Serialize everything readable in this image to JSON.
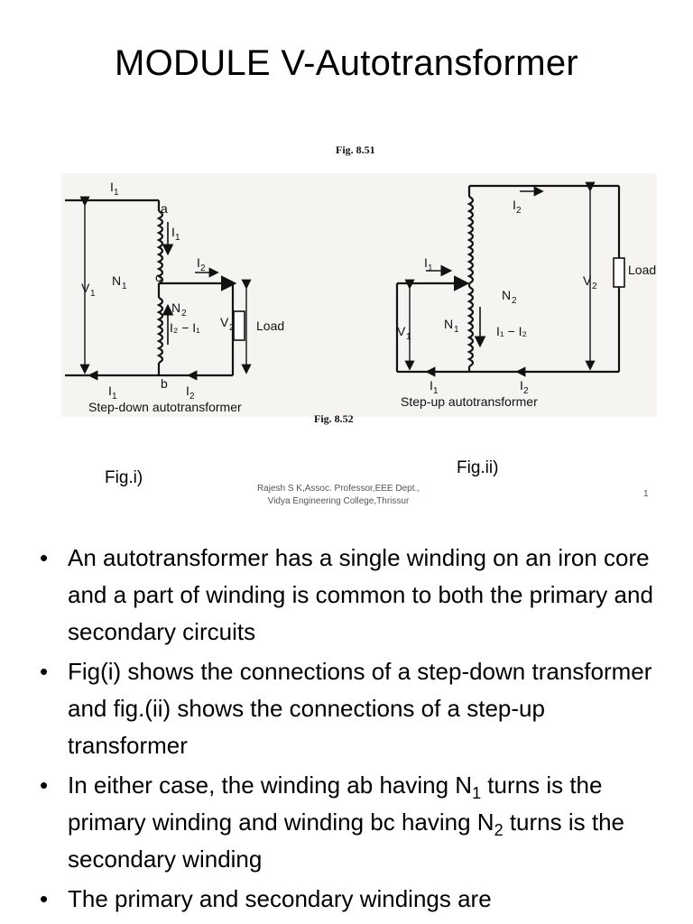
{
  "slide": {
    "title": "MODULE V-Autotransformer",
    "footer_line1": "Rajesh S K,Assoc. Professor,EEE Dept.,",
    "footer_line2": "Vidya Engineering College,Thrissur",
    "page_number": "1"
  },
  "figure": {
    "caption_left": "Fig.i)",
    "caption_right": "Fig.ii)",
    "center_figure_label": "Fig. 8.52",
    "top_figure_label": "Fig. 8.51",
    "left_diagram": {
      "caption": "Step-down autotransformer",
      "label_I1_top": "I",
      "label_a": "a",
      "label_c": "c",
      "label_b": "b",
      "label_V1": "V",
      "label_N1": "N",
      "label_N2": "N",
      "label_I1_coil": "I",
      "label_I2_right": "I",
      "label_I2_minus_I1": "I₂ − I₁",
      "label_V2": "V",
      "label_load": "Load",
      "label_I1_bottom": "I",
      "label_I2_bottom": "I"
    },
    "right_diagram": {
      "caption": "Step-up autotransformer",
      "label_I2_top": "I",
      "label_N2": "N",
      "label_I1_in": "I",
      "label_V1": "V",
      "label_N1": "N",
      "label_I1_minus_I2": "I₁ − I₂",
      "label_V2": "V",
      "label_load": "Load",
      "label_I1_bottom": "I",
      "label_I2_bottom": "I"
    }
  },
  "bullets": [
    {
      "text_before": "An autotransformer has a single winding on an iron core and a part of winding is common to both the primary and secondary circuits"
    },
    {
      "text_before": "Fig(i) shows the connections of a step-down transformer  and fig.(ii) shows the connections of a step-up transformer"
    },
    {
      "text_before": "In either case, the winding ab having N",
      "sub1": "1",
      "text_mid": " turns is the primary winding and winding bc having N",
      "sub2": "2",
      "text_after": " turns is the secondary winding"
    },
    {
      "text_before": "The primary and secondary windings are"
    }
  ]
}
